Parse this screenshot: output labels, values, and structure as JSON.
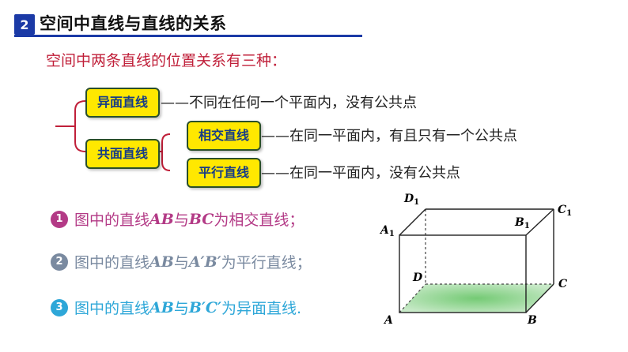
{
  "header": {
    "number": "2",
    "title": "空间中直线与直线的关系"
  },
  "intro": "空间中两条直线的位置关系有三种：",
  "tree": {
    "skew": {
      "label": "异面直线",
      "desc": "——不同在任何一个平面内，没有公共点"
    },
    "coplanar": {
      "label": "共面直线"
    },
    "intersect": {
      "label": "相交直线",
      "desc": "——在同一平面内，有且只有一个公共点"
    },
    "parallel": {
      "label": "平行直线",
      "desc": "——在同一平面内，没有公共点"
    }
  },
  "bullets": [
    {
      "num": "1",
      "pre": "图中的直线",
      "l1": "AB",
      "mid": "与",
      "l2": "BC",
      "post": " 为相交直线；",
      "color": "#b33a86"
    },
    {
      "num": "2",
      "pre": "图中的直线",
      "l1": "AB",
      "mid": "与",
      "l2": "A′B′",
      "post": "为平行直线；",
      "color": "#7a8aa0"
    },
    {
      "num": "3",
      "pre": "图中的直线",
      "l1": "AB",
      "mid": "与",
      "l2": "B′C′",
      "post": "为异面直线.",
      "color": "#2ea7d8"
    }
  ],
  "cube": {
    "labels": {
      "A": "A",
      "B": "B",
      "C": "C",
      "D": "D",
      "A1": "A",
      "B1": "B",
      "C1": "C",
      "D1": "D",
      "sub": "1"
    }
  }
}
